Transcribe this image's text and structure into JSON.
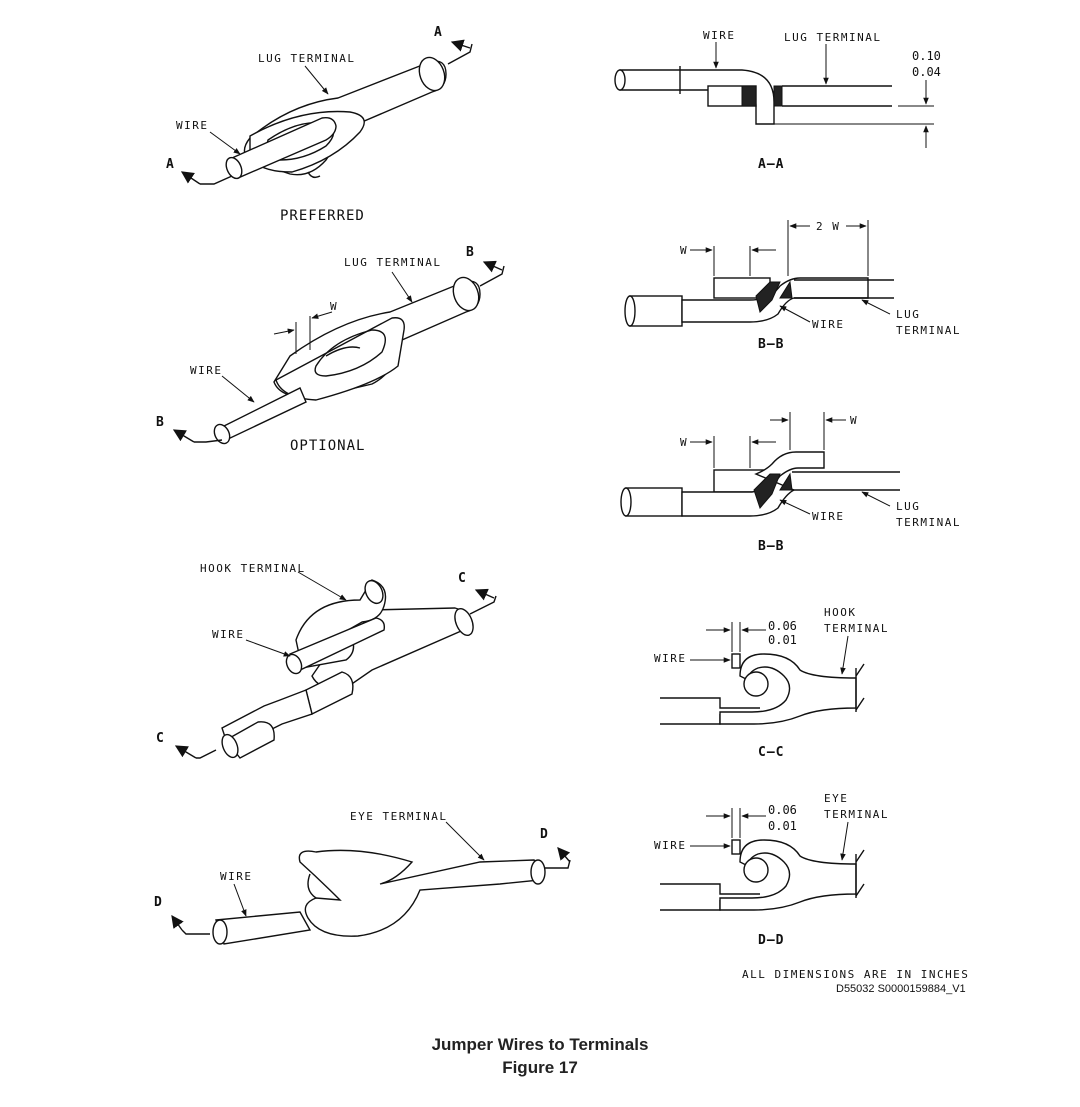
{
  "figure": {
    "title": "Jumper Wires to Terminals",
    "number": "Figure 17",
    "dimension_note": "ALL DIMENSIONS ARE IN INCHES",
    "drawing_code": "D55032 S0000159884_V1"
  },
  "views": {
    "preferred": {
      "caption": "PREFERRED",
      "wire": "WIRE",
      "terminal": "LUG TERMINAL",
      "section": "A"
    },
    "optional": {
      "caption": "OPTIONAL",
      "wire": "WIRE",
      "terminal": "LUG TERMINAL",
      "section": "B",
      "w": "W"
    },
    "hook": {
      "wire": "WIRE",
      "terminal": "HOOK TERMINAL",
      "section": "C"
    },
    "eye": {
      "wire": "WIRE",
      "terminal": "EYE TERMINAL",
      "section": "D"
    }
  },
  "sections": {
    "aa": {
      "title": "A–A",
      "wire": "WIRE",
      "terminal": "LUG TERMINAL",
      "dim_max": "0.10",
      "dim_min": "0.04"
    },
    "bb1": {
      "title": "B–B",
      "wire": "WIRE",
      "terminal_l1": "LUG",
      "terminal_l2": "TERMINAL",
      "w": "W",
      "w2": "2 W"
    },
    "bb2": {
      "title": "B–B",
      "wire": "WIRE",
      "terminal_l1": "LUG",
      "terminal_l2": "TERMINAL",
      "w": "W"
    },
    "cc": {
      "title": "C–C",
      "wire": "WIRE",
      "terminal_l1": "HOOK",
      "terminal_l2": "TERMINAL",
      "dim_max": "0.06",
      "dim_min": "0.01"
    },
    "dd": {
      "title": "D–D",
      "wire": "WIRE",
      "terminal_l1": "EYE",
      "terminal_l2": "TERMINAL",
      "dim_max": "0.06",
      "dim_min": "0.01"
    }
  }
}
